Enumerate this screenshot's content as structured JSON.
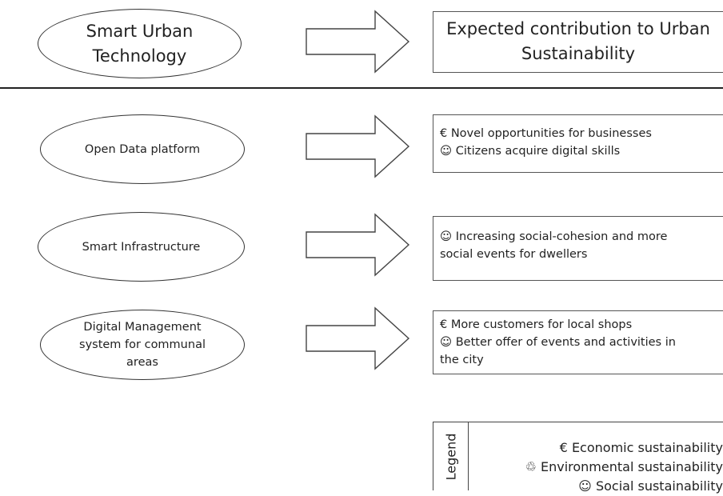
{
  "header": {
    "left_lines": [
      "Smart Urban",
      "Technology"
    ],
    "right_lines": [
      "Expected contribution to Urban",
      "Sustainability"
    ]
  },
  "rows": [
    {
      "tech_lines": [
        "Open Data platform"
      ],
      "contrib_lines": [
        "€  Novel opportunities for businesses",
        "☺ Citizens acquire digital skills"
      ]
    },
    {
      "tech_lines": [
        "Smart Infrastructure"
      ],
      "contrib_lines": [
        "☺ Increasing social-cohesion and more",
        "social events for dwellers"
      ]
    },
    {
      "tech_lines": [
        "Digital Management",
        "system for communal",
        "areas"
      ],
      "contrib_lines": [
        "€  More customers for local shops",
        "☺ Better offer of events and activities in",
        "the city"
      ]
    }
  ],
  "legend": {
    "title": "Legend",
    "items": [
      {
        "symbol": "€",
        "label": "Economic sustainability"
      },
      {
        "symbol": "♲",
        "label": "Environmental sustainability"
      },
      {
        "symbol": "☺",
        "label": "Social sustainability"
      }
    ]
  }
}
